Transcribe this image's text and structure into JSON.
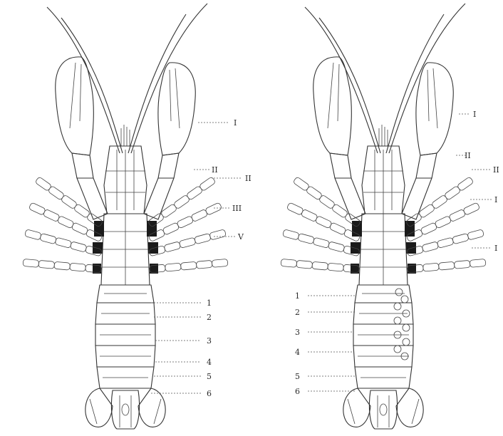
{
  "figure": {
    "left_specimen": {
      "labels": {
        "claw": "I",
        "leg_2": "II",
        "leg_3": "II",
        "leg_4": "III",
        "leg_5": "V",
        "seg_1": "1",
        "seg_2": "2",
        "seg_3": "3",
        "seg_4": "4",
        "seg_5": "5",
        "seg_6": "6"
      }
    },
    "right_specimen": {
      "labels": {
        "claw": "I",
        "leg_2": "II",
        "leg_3": "II",
        "leg_4": "I",
        "leg_5": "I",
        "seg_1": "1",
        "seg_2": "2",
        "seg_3": "3",
        "seg_4": "4",
        "seg_5": "5",
        "seg_6": "6"
      }
    }
  }
}
